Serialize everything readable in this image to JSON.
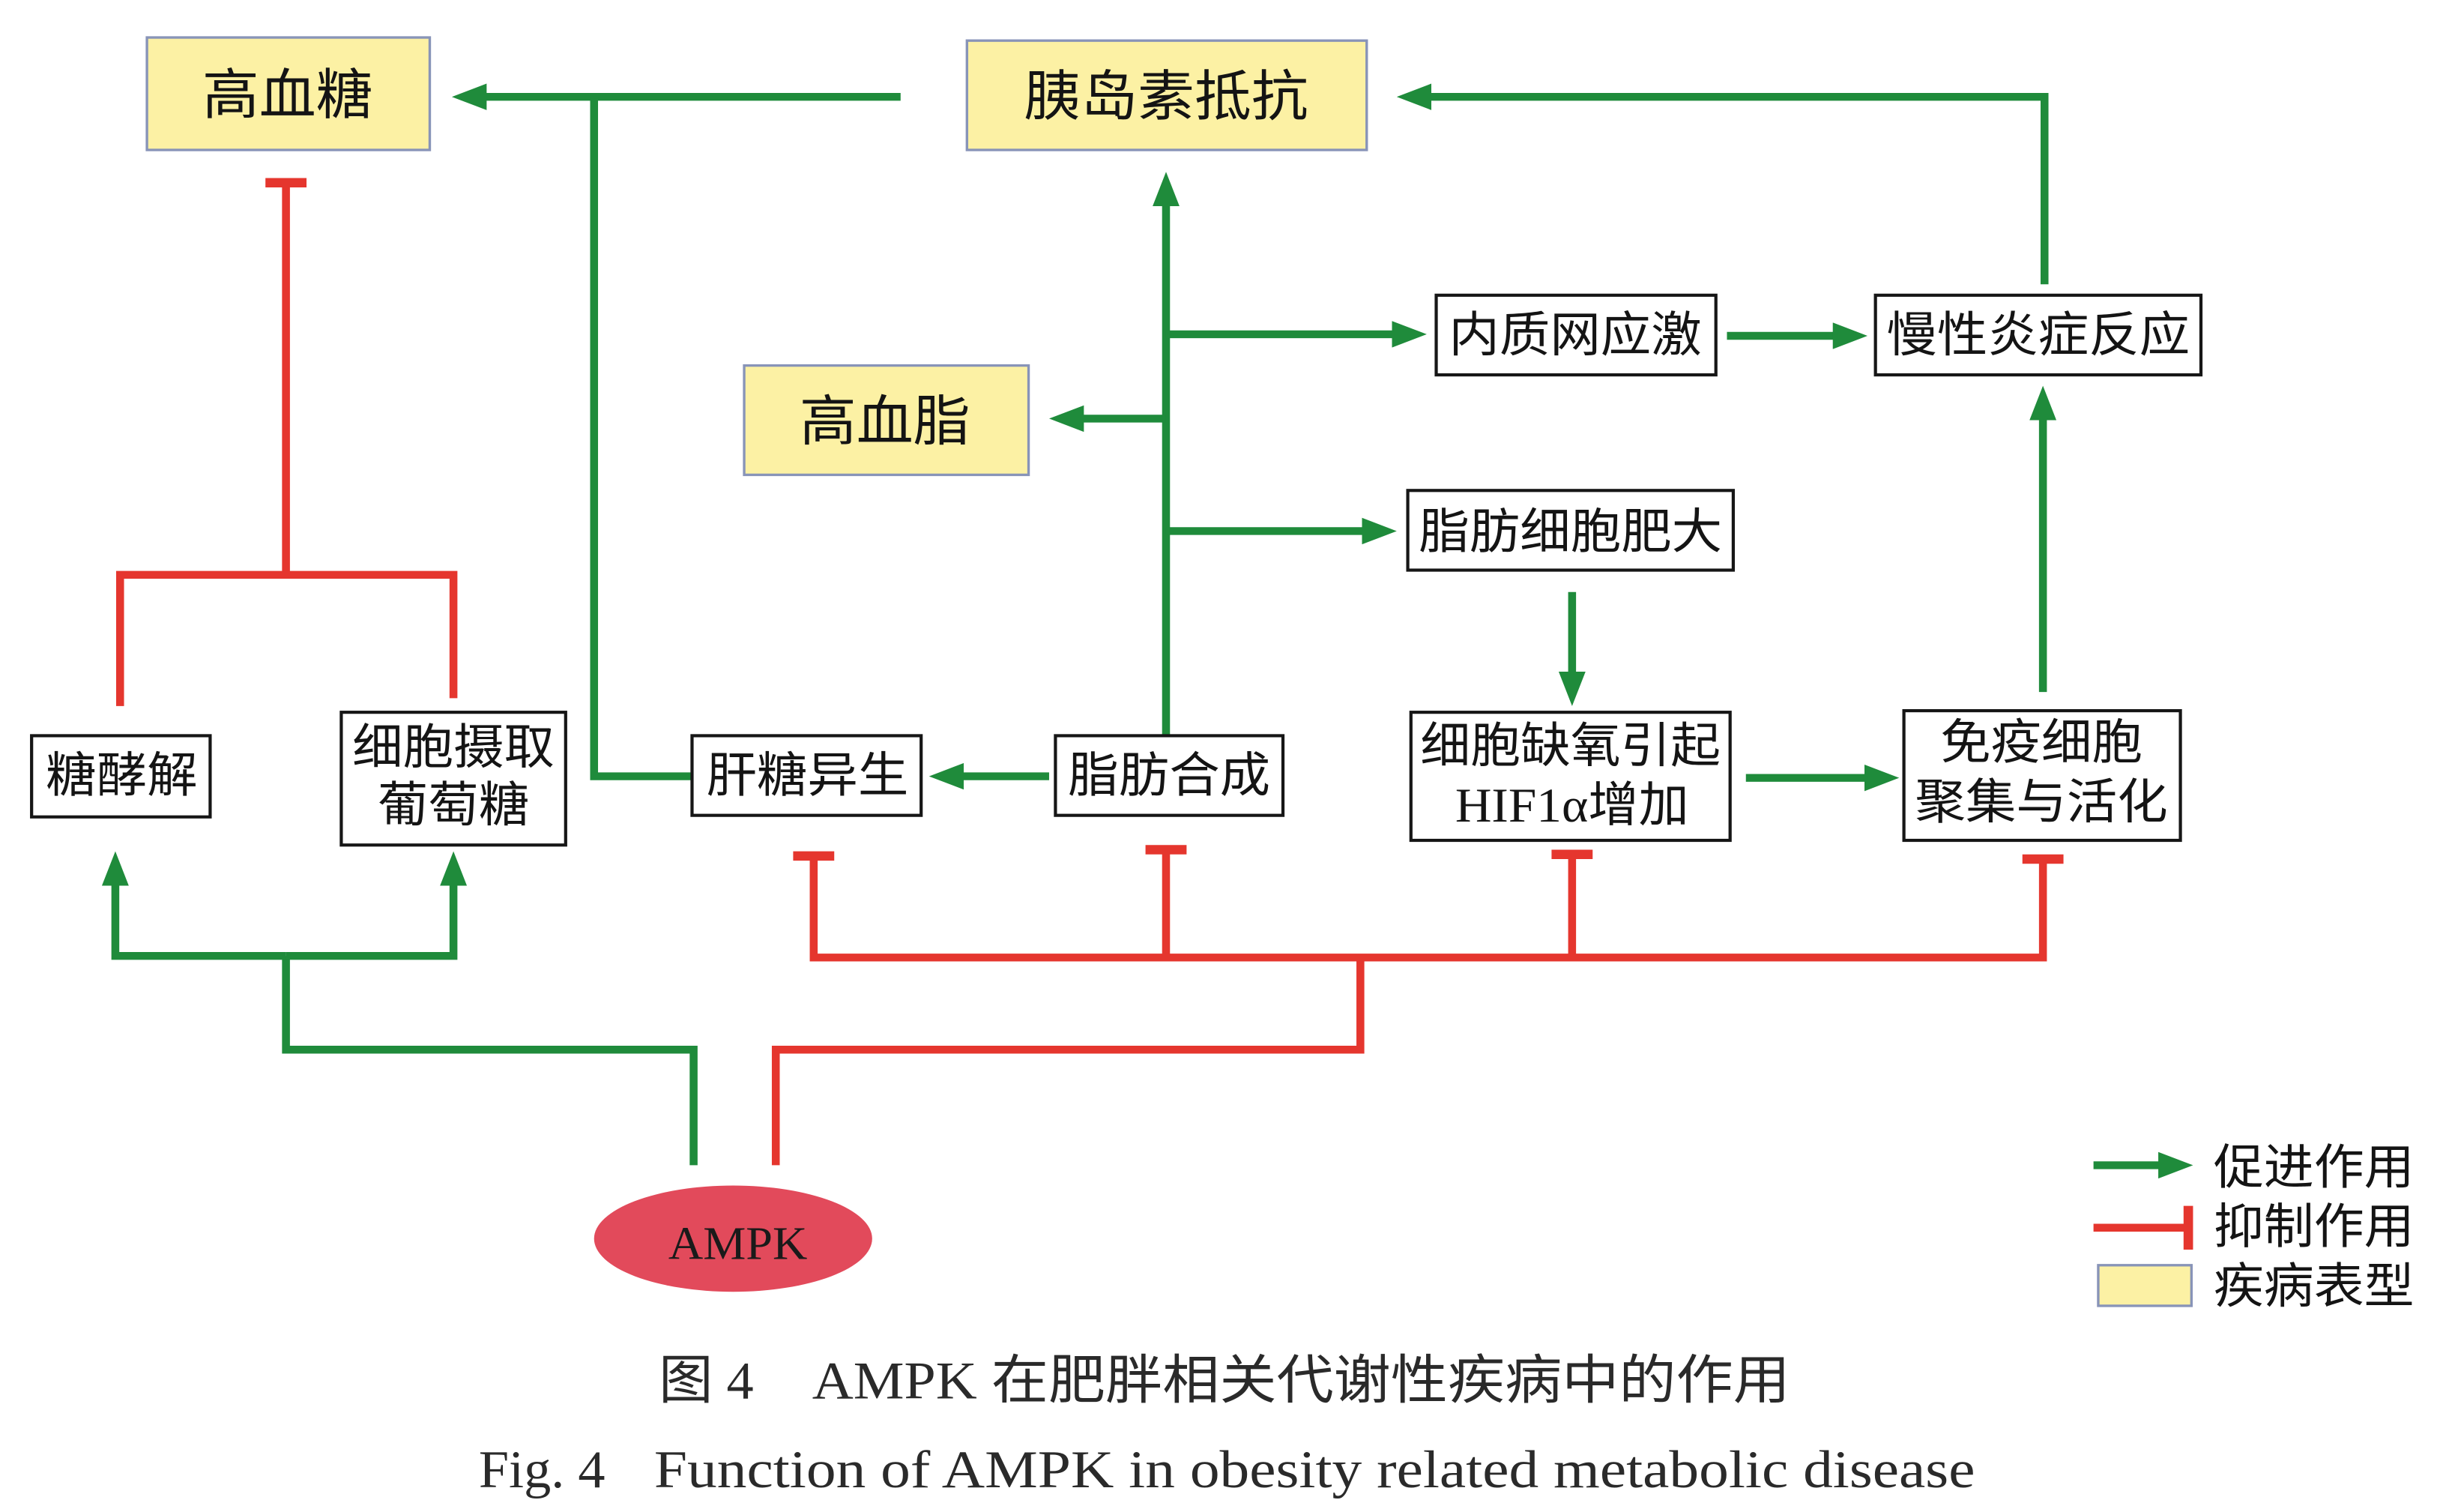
{
  "phenotypes": {
    "hyperglycemia": "高血糖",
    "insulin_resistance": "胰岛素抵抗",
    "hyperlipidemia": "高血脂"
  },
  "processes": {
    "er_stress": "内质网应激",
    "chronic_inflammation": "慢性炎症反应",
    "adipocyte_hypertrophy": "脂肪细胞肥大",
    "glycolysis": "糖酵解",
    "glucose_uptake": [
      "细胞摄取",
      "葡萄糖"
    ],
    "gluconeogenesis": "肝糖异生",
    "lipogenesis": "脂肪合成",
    "hypoxia_hif1a": [
      "细胞缺氧引起",
      "HIF1α增加"
    ],
    "immune_activation": [
      "免疫细胞",
      "聚集与活化"
    ]
  },
  "center": {
    "label": "AMPK"
  },
  "legend": {
    "promote": "促进作用",
    "inhibit": "抑制作用",
    "phenotype": "疾病表型"
  },
  "caption": {
    "cn_label": "图 4",
    "cn_title": "AMPK 在肥胖相关代谢性疾病中的作用",
    "en_label": "Fig. 4",
    "en_title": "Function of AMPK in obesity related metabolic disease"
  },
  "colors": {
    "promote": "#1f8b3b",
    "inhibit": "#e5362e",
    "phenotype_fill": "#fcf1a4",
    "phenotype_border": "#8894b8",
    "ampk_fill": "#e24a5b"
  }
}
